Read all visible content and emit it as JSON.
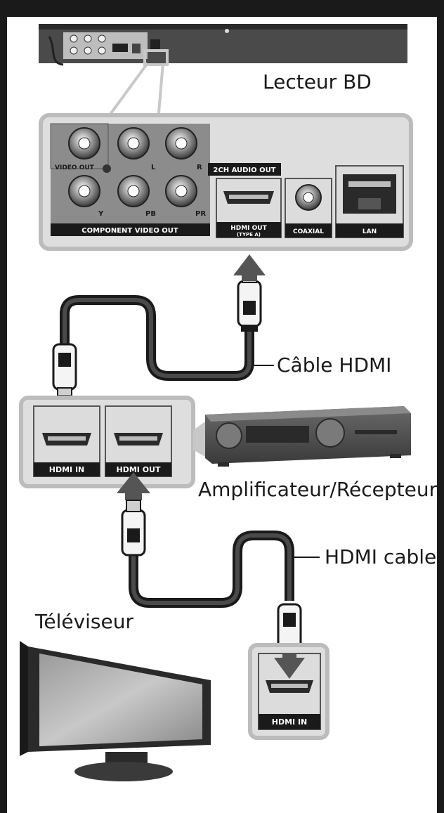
{
  "labels": {
    "player": "Lecteur BD",
    "cable1": "Câble HDMI",
    "amplifier": "Amplificateur/Récepteur",
    "cable2": "HDMI cable",
    "tv": "Téléviseur"
  },
  "ports": {
    "video_out": "VIDEO OUT",
    "l": "L",
    "r": "R",
    "audio_out": "2CH AUDIO OUT",
    "y": "Y",
    "pb": "PB",
    "pr": "PR",
    "component": "COMPONENT VIDEO OUT",
    "hdmi_out": "HDMI OUT",
    "hdmi_out_sub": "(TYPE A)",
    "coaxial": "COAXIAL",
    "lan": "LAN",
    "amp_hdmi_in": "HDMI IN",
    "amp_hdmi_out": "HDMI OUT",
    "tv_hdmi_in": "HDMI IN"
  },
  "colors": {
    "frame": "#1a1a1a",
    "panel_fill": "#dcdcdc",
    "panel_stroke": "#b4b4b4",
    "device": "#3a3a3a",
    "cable": "#1a1a1a",
    "arrow": "#555555"
  }
}
